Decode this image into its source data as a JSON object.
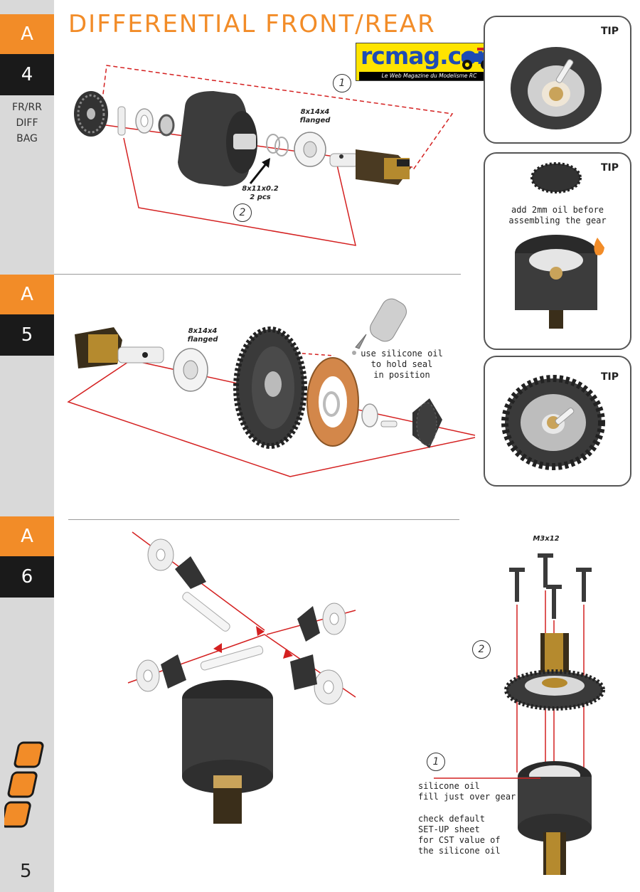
{
  "page": {
    "title": "DIFFERENTIAL FRONT/REAR",
    "page_number": "5"
  },
  "logo": {
    "text": "rcmag.com",
    "tagline": "Le Web Magazine du Modelisme RC"
  },
  "sidebar": {
    "steps": [
      {
        "letter": "A",
        "number": "4"
      },
      {
        "letter": "A",
        "number": "5"
      },
      {
        "letter": "A",
        "number": "6"
      }
    ],
    "bag_lines": [
      "FR/RR",
      "DIFF",
      "BAG"
    ]
  },
  "step4": {
    "callout_1": "1",
    "callout_2": "2",
    "bearing_label": [
      "8x14x4",
      "flanged"
    ],
    "shim_label": [
      "8x11x0.2",
      "2 pcs"
    ]
  },
  "step5": {
    "bearing_label": [
      "8x14x4",
      "flanged"
    ],
    "oil_note": [
      "use silicone oil",
      "to hold seal",
      "in position"
    ]
  },
  "step6": {
    "screw_label": "M3x12",
    "callout_2": "2",
    "callout_1": "1",
    "fill_note": [
      "silicone oil",
      "fill just over gear"
    ],
    "setup_note": [
      "check default",
      "SET-UP sheet",
      "for CST value of",
      "the silicone oil"
    ]
  },
  "tips": {
    "tip1": {
      "label": "TIP"
    },
    "tip2": {
      "label": "TIP",
      "note": [
        "add 2mm oil before",
        "assembling the gear"
      ]
    },
    "tip3": {
      "label": "TIP"
    }
  },
  "colors": {
    "accent": "#f28c28",
    "dark": "#1a1a1a",
    "sidebar": "#d9d9d9",
    "guide_line": "#d42020",
    "part": "#3c3c3c",
    "brass": "#b58a2e"
  }
}
